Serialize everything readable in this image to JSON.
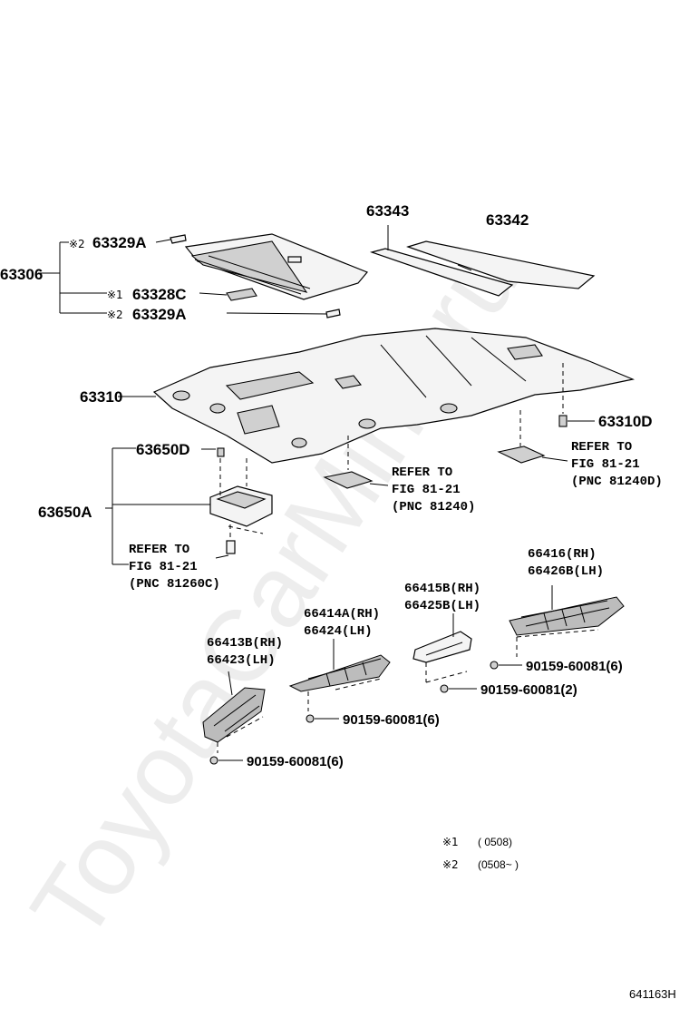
{
  "watermark": "ToyotaCarMine.ru",
  "diagram_code": "641163H",
  "callouts": {
    "p63306": "63306",
    "p63329a_top": "63329A",
    "p63328c": "63328C",
    "p63329a_bottom": "63329A",
    "p63343": "63343",
    "p63342": "63342",
    "p63310": "63310",
    "p63310d": "63310D",
    "p63650d": "63650D",
    "p63650a": "63650A",
    "p66416": "66416(RH)",
    "p66426b": "66426B(LH)",
    "p66415b": "66415B(RH)",
    "p66425b": "66425B(LH)",
    "p66414a": "66414A(RH)",
    "p66424": "66424(LH)",
    "p66413b": "66413B(RH)",
    "p66423": "66423(LH)"
  },
  "note_marks": {
    "mark1": "※1",
    "mark2": "※2"
  },
  "bolts": {
    "b1": "90159-60081(6)",
    "b2": "90159-60081(2)",
    "b3": "90159-60081(6)",
    "b4": "90159-60081(6)"
  },
  "references": {
    "ref_81240d": [
      "REFER TO",
      "FIG 81-21",
      "(PNC 81240D)"
    ],
    "ref_81240": [
      "REFER TO",
      "FIG 81-21",
      "(PNC 81240)"
    ],
    "ref_81260c": [
      "REFER TO",
      "FIG 81-21",
      "(PNC 81260C)"
    ]
  },
  "legend": {
    "row1_mark": "※1",
    "row1_text": "(        0508)",
    "row2_mark": "※2",
    "row2_text": "(0508~      )"
  }
}
